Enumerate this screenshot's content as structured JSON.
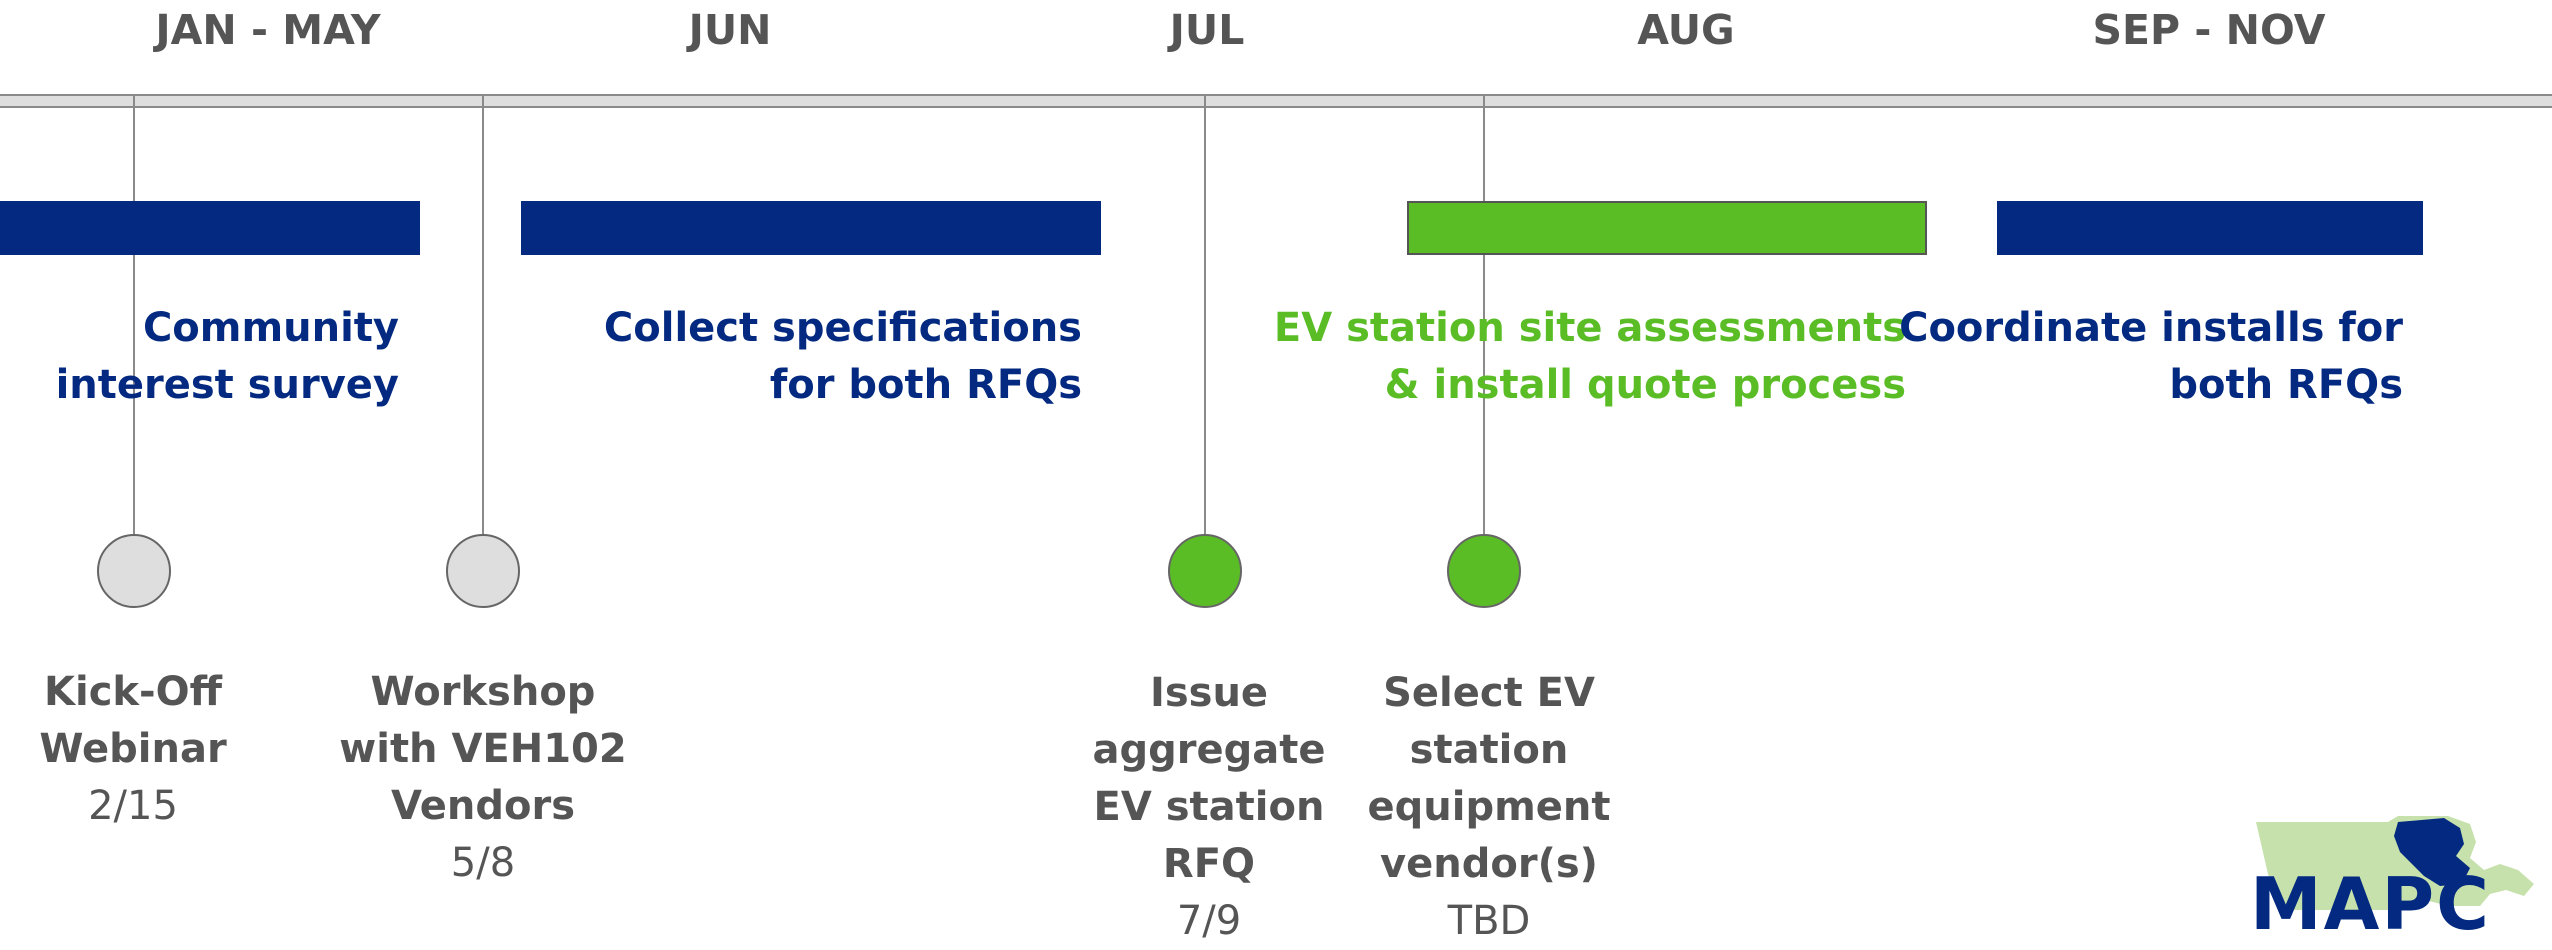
{
  "months": [
    "JAN - MAY",
    "JUN",
    "JUL",
    "AUG",
    "SEP - NOV"
  ],
  "phases": [
    {
      "line1": "Community",
      "line2": "interest survey",
      "color": "#032a80"
    },
    {
      "line1": "Collect specifications",
      "line2": "for both RFQs",
      "color": "#032a80"
    },
    {
      "line1": "EV station site assessments",
      "line2": "& install quote process",
      "color": "#5bbd26"
    },
    {
      "line1": "Coordinate installs for",
      "line2": "both RFQs",
      "color": "#032a80"
    }
  ],
  "milestones": [
    {
      "lines": [
        "Kick-Off",
        "Webinar"
      ],
      "date": "2/15",
      "status": "grey"
    },
    {
      "lines": [
        "Workshop",
        "with VEH102",
        "Vendors"
      ],
      "date": "5/8",
      "status": "grey"
    },
    {
      "lines": [
        "Issue",
        "aggregate",
        "EV station",
        "RFQ"
      ],
      "date": "7/9",
      "status": "green"
    },
    {
      "lines": [
        "Select EV",
        "station",
        "equipment",
        "vendor(s)"
      ],
      "date": "TBD",
      "status": "green"
    }
  ],
  "logo": {
    "text": "MAPC",
    "color": "#032a80",
    "map_color": "#c6e1ab"
  },
  "colors": {
    "navy": "#032a80",
    "green": "#5bbd26",
    "grey": "#dedede",
    "text_grey": "#555555"
  }
}
